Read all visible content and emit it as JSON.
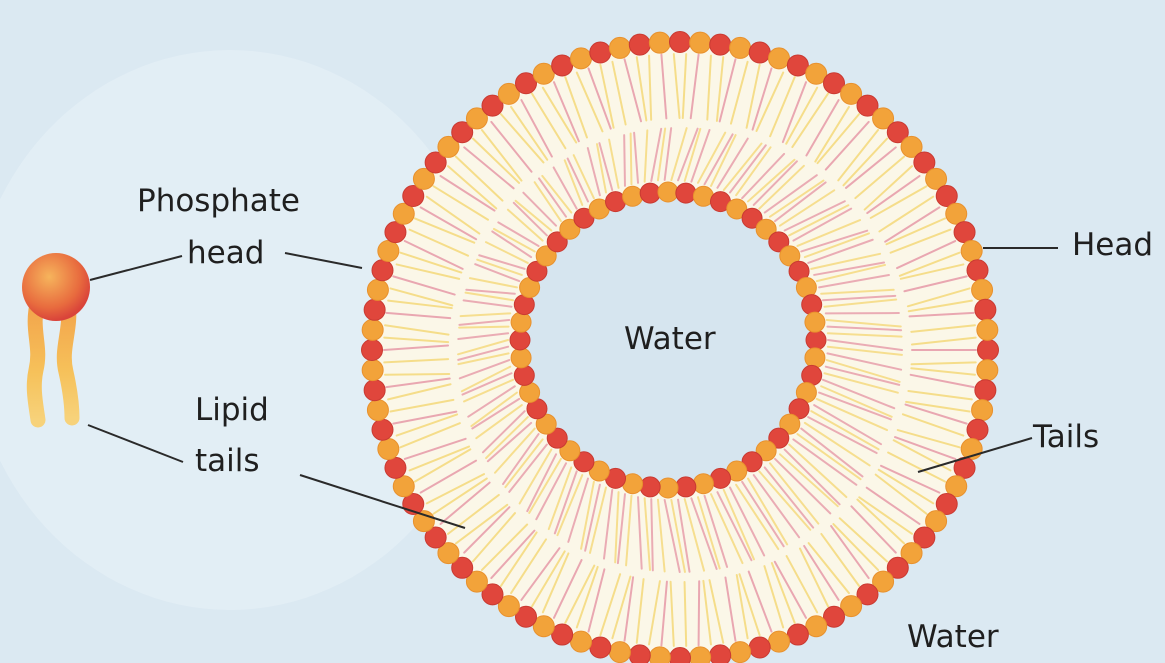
{
  "labels": {
    "phosphate_head_line1": "Phosphate",
    "phosphate_head_line2": "head",
    "lipid_tails_line1": "Lipid",
    "lipid_tails_line2": "tails",
    "head": "Head",
    "tails": "Tails",
    "water_inside": "Water",
    "water_outside": "Water"
  },
  "colors": {
    "background": "#d9e8f2",
    "head_orange": "#f2a33a",
    "head_red": "#e0463c",
    "tail_yellow": "#f5d97a",
    "tail_pink": "#e79aa8",
    "inner_core": "#d6e5ef",
    "leader_line": "#2a2a2a"
  }
}
